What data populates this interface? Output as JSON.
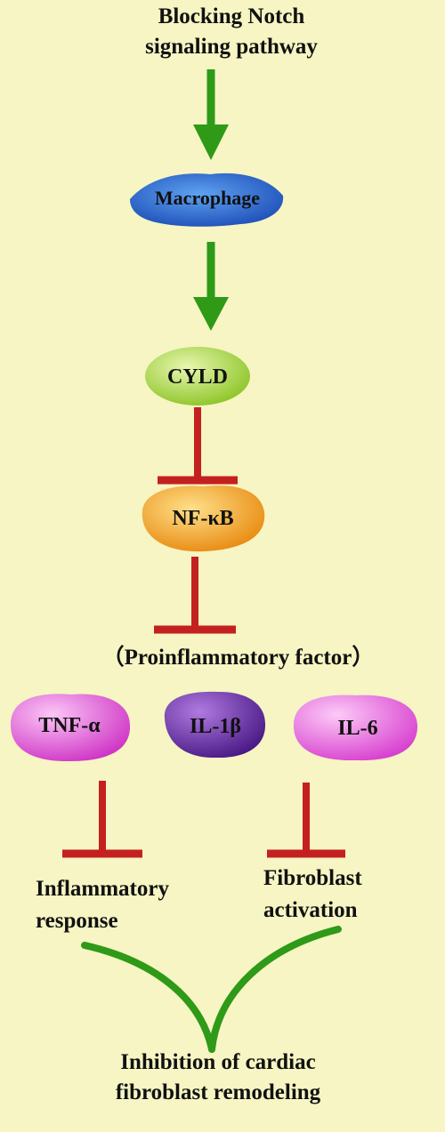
{
  "top_label": [
    "Blocking Notch",
    "signaling pathway"
  ],
  "nodes": {
    "macrophage": "Macrophage",
    "cyld": "CYLD",
    "nfkb": "NF-κB",
    "tnf": "TNF-α",
    "il1b": "IL-1β",
    "il6": "IL-6"
  },
  "factor_label": "（Proinflammatory factor）",
  "outcomes": {
    "inflammatory": [
      "Inflammatory",
      "response"
    ],
    "fibroblast": [
      "Fibroblast",
      "activation"
    ]
  },
  "bottom_label": [
    "Inhibition of cardiac",
    "fibroblast remodeling"
  ],
  "colors": {
    "background": "#f6f5c3",
    "activation": "#2e9a18",
    "inhibition": "#c42020",
    "macrophage": "#2a6fd6",
    "cyld": "#a6d63a",
    "nfkb": "#f3a21c",
    "tnf": "#e050d8",
    "il1b": "#6a2ba6",
    "il6": "#e858e0"
  }
}
